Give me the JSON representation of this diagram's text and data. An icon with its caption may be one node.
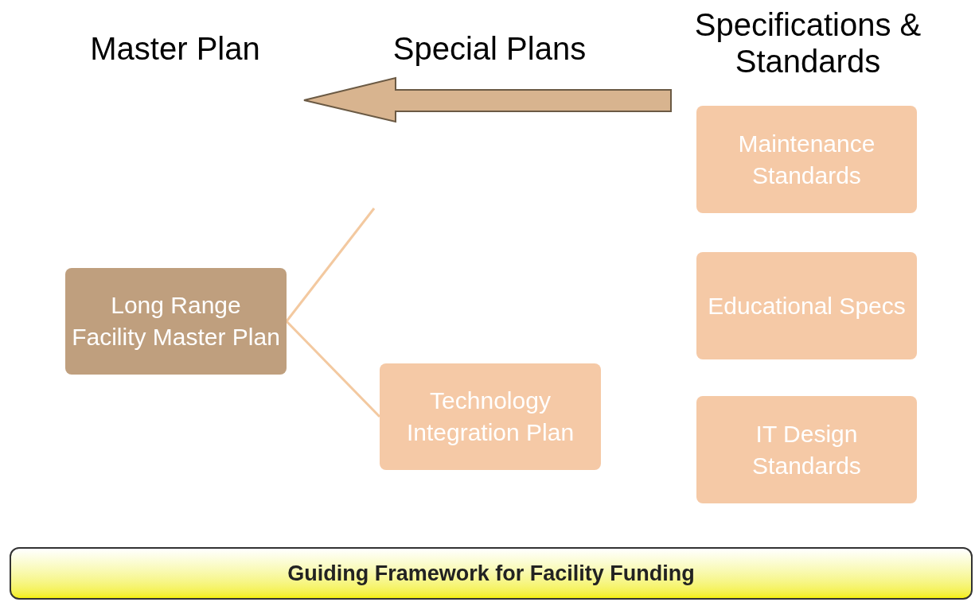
{
  "diagram": {
    "nodes": [
      {
        "text": [
          "Long Range Facility Master Plan"
        ]
      },
      {
        "text": [
          "Technology Integration Plan"
        ]
      },
      {
        "text": [
          "Maintenance Standards"
        ]
      },
      {
        "text": [
          "Educational Specs"
        ]
      },
      {
        "text": [
          "IT Design Standards"
        ]
      },
      {
        "text": [
          "Guiding Framework for Facility Funding"
        ]
      }
    ],
    "edges": [
      {
        "from": 0,
        "to": null,
        "arrow": "none"
      },
      {
        "from": 0,
        "to": 1,
        "arrow": "none"
      }
    ],
    "labels": [
      "Master Plan",
      "Special Plans",
      "Specifications & Standards"
    ]
  }
}
